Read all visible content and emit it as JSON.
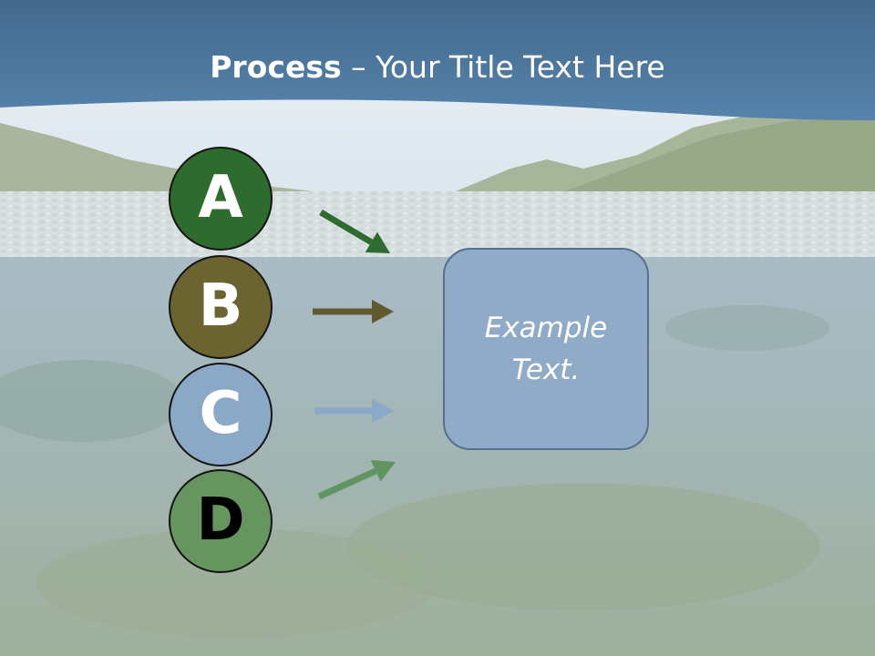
{
  "slide": {
    "title_bold": "Process",
    "title_rest": " – Your Title Text Here"
  },
  "steps": [
    {
      "letter": "A",
      "fill": "#2e6b2e",
      "text_color": "#ffffff",
      "arrow_color": "#2e6b2e"
    },
    {
      "letter": "B",
      "fill": "#6b6330",
      "text_color": "#ffffff",
      "arrow_color": "#5f5a2f"
    },
    {
      "letter": "C",
      "fill": "#8ba8c6",
      "text_color": "#ffffff",
      "arrow_color": "#8aa8c8"
    },
    {
      "letter": "D",
      "fill": "#66955f",
      "text_color": "#000000",
      "arrow_color": "#5e9560"
    }
  ],
  "box": {
    "text": "Example Text.",
    "fill": "#8fabc8",
    "border": "#55718f"
  },
  "colors": {
    "header_band": "#4f7aa0",
    "sky": "#dfe9f1",
    "water": "#a7bac0"
  }
}
